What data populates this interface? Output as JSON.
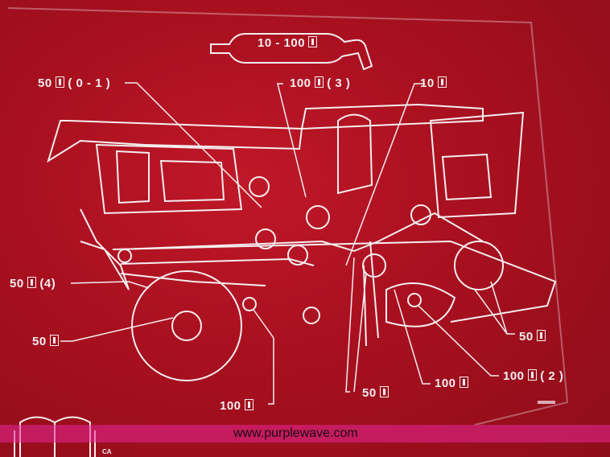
{
  "top_badge": {
    "value": "10 - 100",
    "icon": "hourglass-icon"
  },
  "labels": [
    {
      "id": "l1",
      "value": "50",
      "suffix": "( 0 - 1 )"
    },
    {
      "id": "l2",
      "value": "100",
      "suffix": "( 3 )"
    },
    {
      "id": "l3",
      "value": "10",
      "suffix": ""
    },
    {
      "id": "l4",
      "value": "50",
      "suffix": "(4)"
    },
    {
      "id": "l5",
      "value": "50",
      "suffix": ""
    },
    {
      "id": "l6",
      "value": "100",
      "suffix": ""
    },
    {
      "id": "l7",
      "value": "50",
      "suffix": ""
    },
    {
      "id": "l8",
      "value": "100",
      "suffix": ""
    },
    {
      "id": "l9",
      "value": "100",
      "suffix": "( 2 )"
    },
    {
      "id": "l10",
      "value": "50",
      "suffix": ""
    }
  ],
  "manual_icon_caption": "CA",
  "watermark": "www.purplewave.com",
  "colors": {
    "background": "#a8101f",
    "linework": "#f4eef0",
    "watermark_band": "#e62896"
  }
}
